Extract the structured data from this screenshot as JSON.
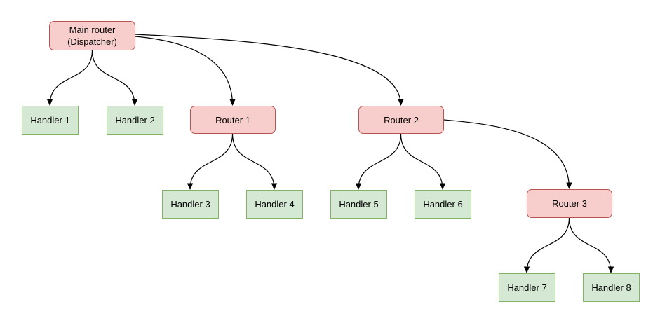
{
  "diagram": {
    "background": "#ffffff",
    "colors": {
      "background": "#ffffff",
      "router_fill": "#f8cecc",
      "router_border": "#b85450",
      "handler_fill": "#d5e8d4",
      "handler_border": "#82b366",
      "edge_color": "#000000",
      "text_color": "#000000"
    },
    "nodes": {
      "main_router": {
        "type": "router",
        "label_line1": "Main router",
        "label_line2": "(Dispatcher)"
      },
      "router_1": {
        "type": "router",
        "label": "Router 1"
      },
      "router_2": {
        "type": "router",
        "label": "Router 2"
      },
      "router_3": {
        "type": "router",
        "label": "Router 3"
      },
      "handler_1": {
        "type": "handler",
        "label": "Handler 1"
      },
      "handler_2": {
        "type": "handler",
        "label": "Handler 2"
      },
      "handler_3": {
        "type": "handler",
        "label": "Handler 3"
      },
      "handler_4": {
        "type": "handler",
        "label": "Handler 4"
      },
      "handler_5": {
        "type": "handler",
        "label": "Handler 5"
      },
      "handler_6": {
        "type": "handler",
        "label": "Handler 6"
      },
      "handler_7": {
        "type": "handler",
        "label": "Handler 7"
      },
      "handler_8": {
        "type": "handler",
        "label": "Handler 8"
      }
    },
    "edges": [
      {
        "from": "main_router",
        "to": "handler_1"
      },
      {
        "from": "main_router",
        "to": "handler_2"
      },
      {
        "from": "main_router",
        "to": "router_1"
      },
      {
        "from": "main_router",
        "to": "router_2"
      },
      {
        "from": "router_1",
        "to": "handler_3"
      },
      {
        "from": "router_1",
        "to": "handler_4"
      },
      {
        "from": "router_2",
        "to": "handler_5"
      },
      {
        "from": "router_2",
        "to": "handler_6"
      },
      {
        "from": "router_2",
        "to": "router_3"
      },
      {
        "from": "router_3",
        "to": "handler_7"
      },
      {
        "from": "router_3",
        "to": "handler_8"
      }
    ]
  }
}
